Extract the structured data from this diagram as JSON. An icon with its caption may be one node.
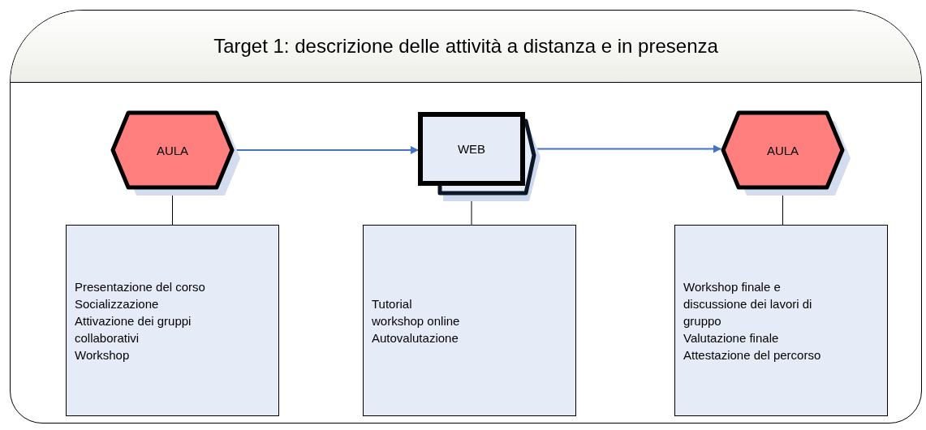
{
  "diagram": {
    "nodes": [
      {
        "text": [
          "Target 1: descrizione delle attività a distanza e in presenza"
        ]
      },
      {
        "text": [
          "AULA"
        ],
        "in": 0
      },
      {
        "text": [
          "WEB"
        ],
        "in": 0
      },
      {
        "text": [
          "AULA"
        ],
        "in": 0
      },
      {
        "text": [
          "Presentazione del corso",
          "Socializzazione",
          "Attivazione dei gruppi collaborativi",
          "Workshop"
        ],
        "in": 0
      },
      {
        "text": [
          "Tutorial",
          "workshop online",
          "Autovalutazione"
        ],
        "in": 0
      },
      {
        "text": [
          "Workshop finale e discussione dei lavori di gruppo",
          "Valutazione finale",
          "Attestazione del percorso"
        ],
        "in": 0
      }
    ],
    "edges": [
      {
        "from": 1,
        "to": 2,
        "arrow": "to",
        "color": "#4472c4"
      },
      {
        "from": 2,
        "to": 3,
        "arrow": "to",
        "color": "#4472c4"
      },
      {
        "from": 1,
        "to": 4,
        "arrow": "none"
      },
      {
        "from": 2,
        "to": 5,
        "arrow": "none"
      },
      {
        "from": 3,
        "to": 6,
        "arrow": "none"
      }
    ]
  }
}
